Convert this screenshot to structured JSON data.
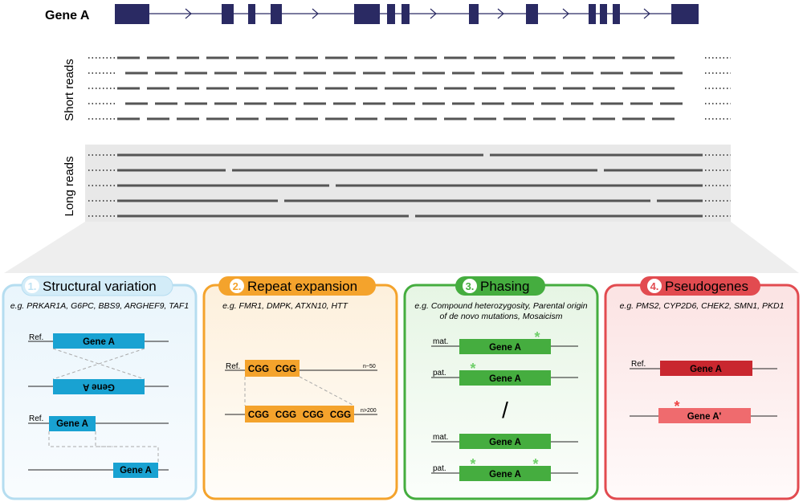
{
  "gene_label": "Gene A",
  "short_reads_label": "Short reads",
  "long_reads_label": "Long reads",
  "colors": {
    "exon": "#2a2a63",
    "read": "#555555",
    "structural": "#19a2d2",
    "repeat": "#f4a32c",
    "phasing": "#45ad3f",
    "pseudo_dark": "#c9272f",
    "pseudo_light": "#ef6b6e",
    "star_green": "#6fcf6a",
    "star_red": "#ee4444"
  },
  "panels": {
    "structural": {
      "number": "1.",
      "title": "Structural variation",
      "examples": "e.g. PRKAR1A, G6PC, BBS9, ARGHEF9, TAF1",
      "ref_label": "Ref.",
      "gene_label": "Gene A",
      "inverted_label": "Gene A"
    },
    "repeat": {
      "number": "2.",
      "title": "Repeat expansion",
      "examples": "e.g. FMR1, DMPK, ATXN10, HTT",
      "ref_label": "Ref.",
      "unit": "CGG",
      "n_small": "n~50",
      "n_large": "n>200"
    },
    "phasing": {
      "number": "3.",
      "title": "Phasing",
      "examples_line1": "e.g. Compound heterozygosity, Parental origin",
      "examples_line2": "of de novo mutations, Mosaicism",
      "mat_label": "mat.",
      "pat_label": "pat.",
      "gene_label": "Gene A",
      "separator": "/",
      "star": "*"
    },
    "pseudo": {
      "number": "4.",
      "title": "Pseudogenes",
      "examples": "e.g. PMS2, CYP2D6, CHEK2, SMN1, PKD1",
      "ref_label": "Ref.",
      "gene_label": "Gene A",
      "pseudo_label": "Gene A'",
      "star": "*"
    }
  }
}
